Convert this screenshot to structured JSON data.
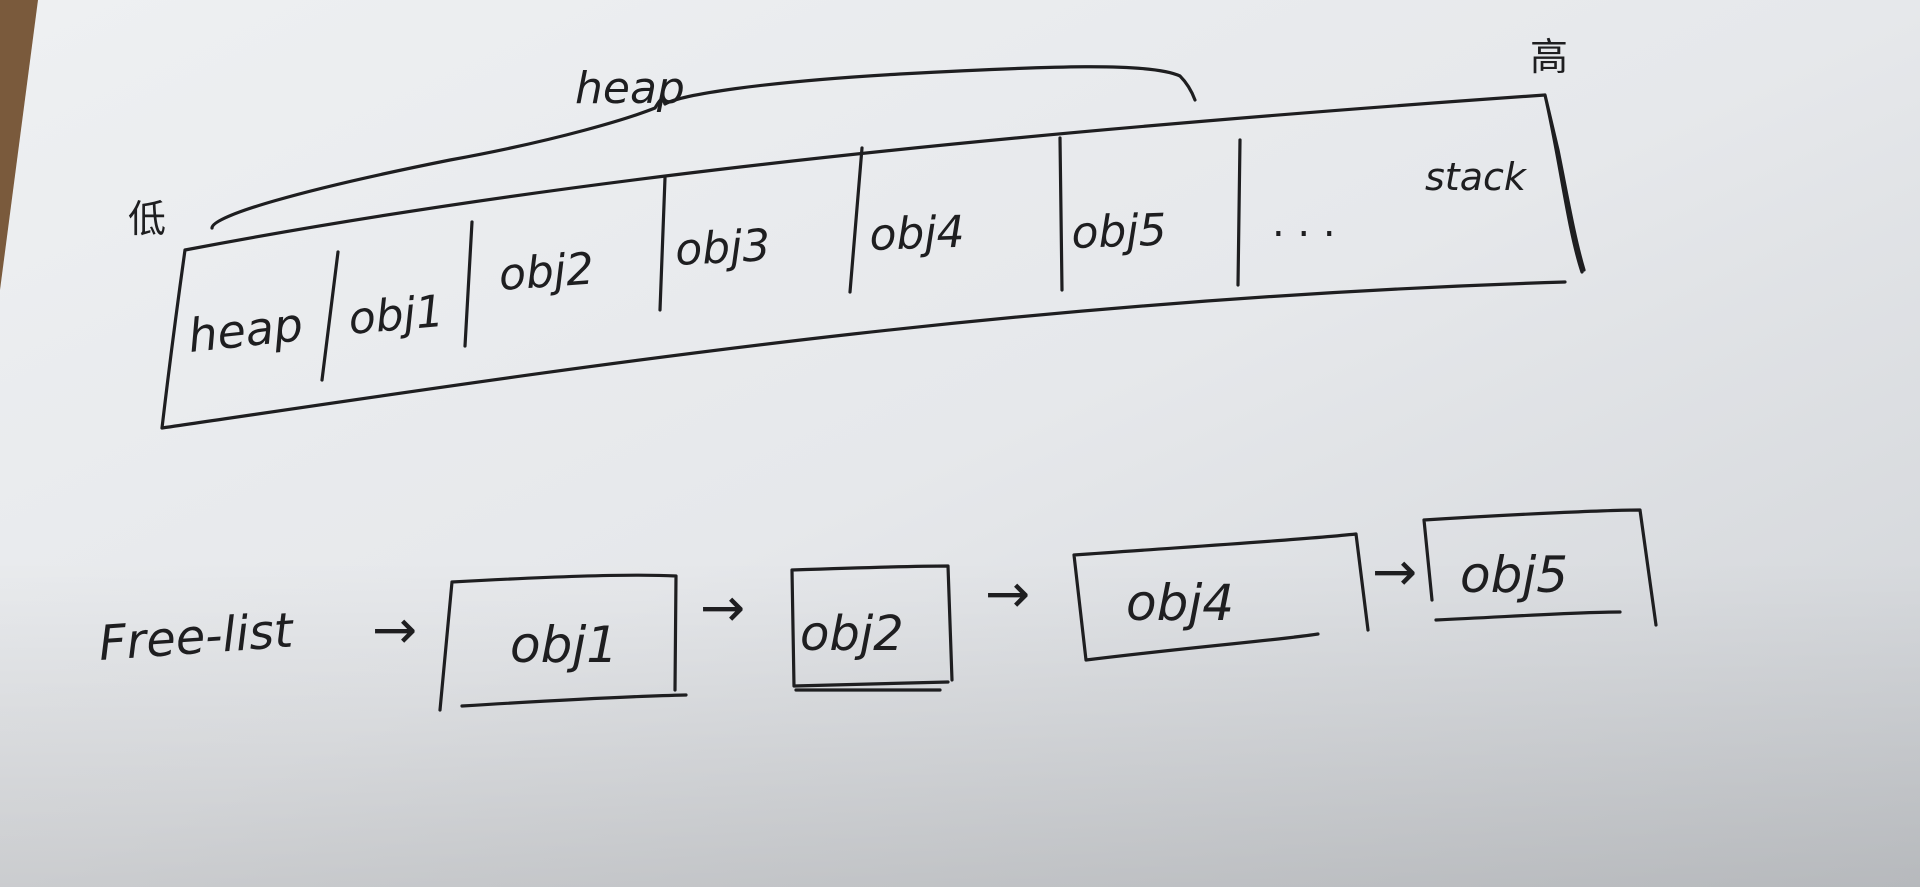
{
  "heap_diagram": {
    "low_label": "低",
    "high_label": "高",
    "heap_brace_label": "heap",
    "cells": [
      "heap",
      "obj1",
      "obj2",
      "obj3",
      "obj4",
      "obj5",
      ". . ."
    ],
    "stack_label": "stack"
  },
  "free_list": {
    "label": "Free-list",
    "nodes": [
      "obj1",
      "obj2",
      "obj4",
      "obj5"
    ],
    "arrow_glyph": "→"
  },
  "colors": {
    "paper": "#e9ebee",
    "ink": "#1e1e20",
    "desk": "#7a5a3c"
  }
}
